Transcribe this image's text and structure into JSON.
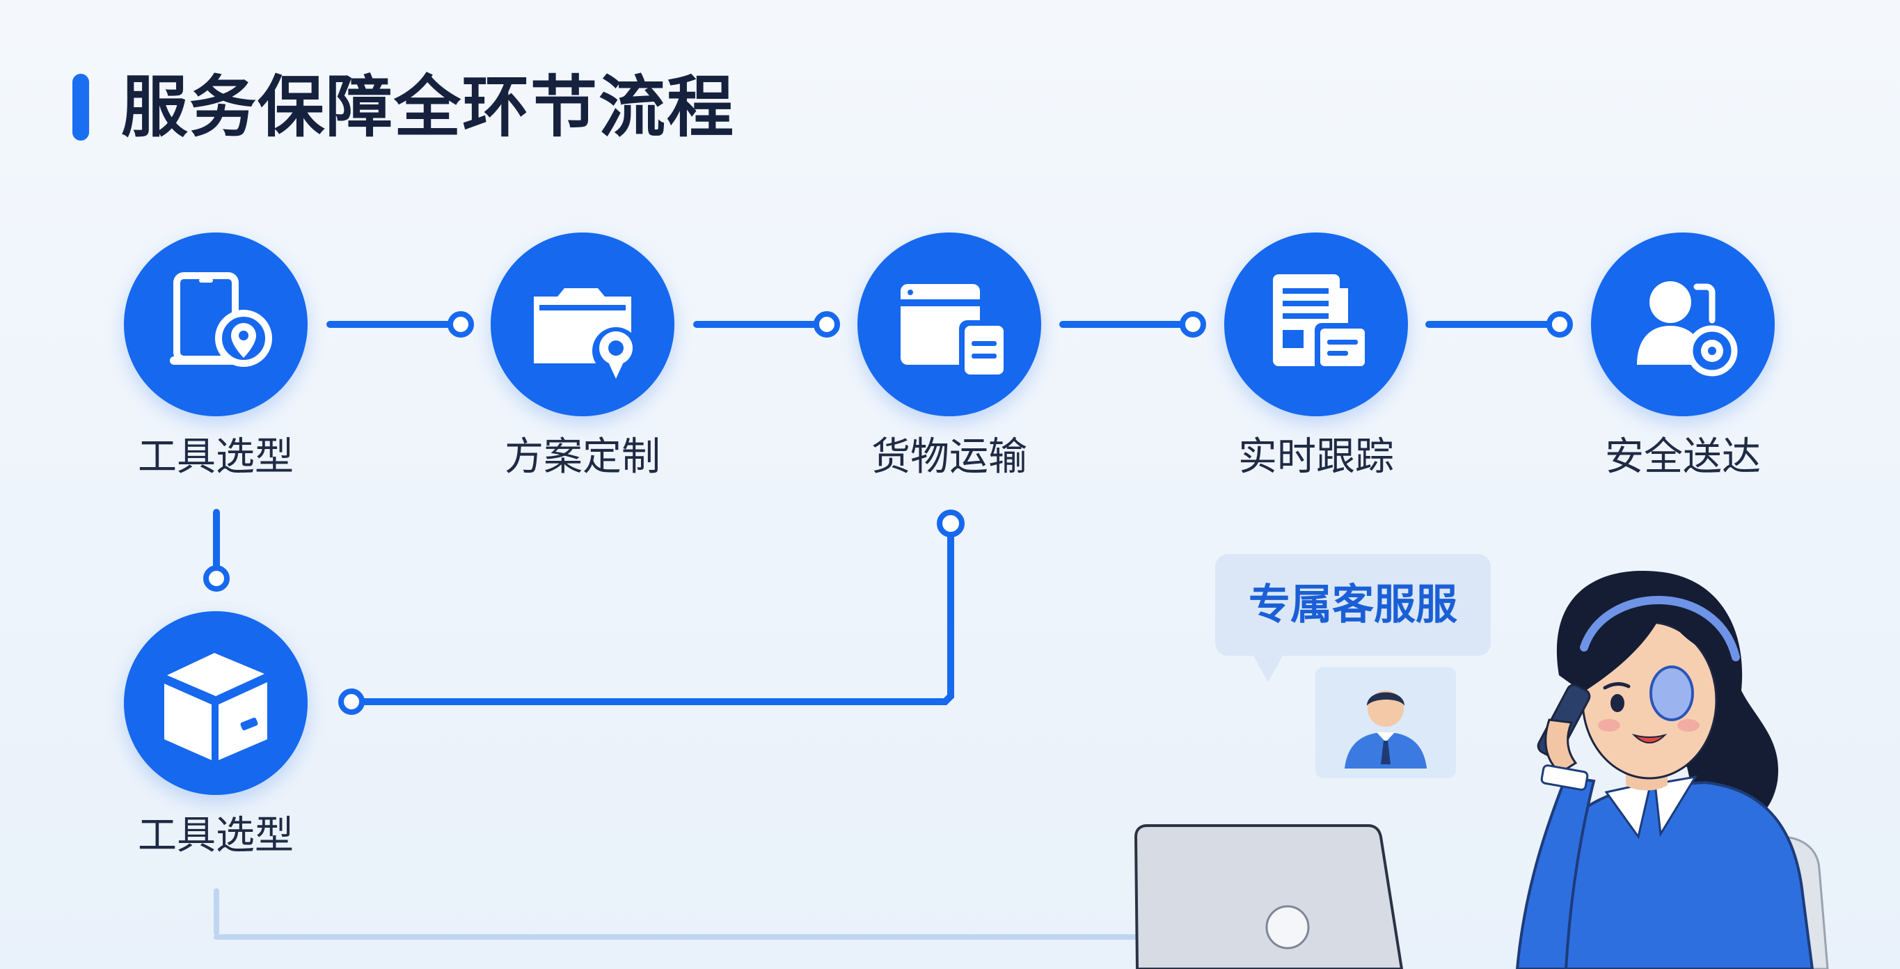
{
  "page": {
    "title": "服务保障全环节流程"
  },
  "colors": {
    "accent": "#1a6ef2",
    "node_fill": "#1668ee",
    "connector": "#1668ee",
    "bubble_bg": "#dbe7f6",
    "bubble_text": "#1a5fd6"
  },
  "steps": [
    {
      "label": "工具选型",
      "icon": "tablet-location-icon"
    },
    {
      "label": "方案定制",
      "icon": "folder-location-icon"
    },
    {
      "label": "货物运输",
      "icon": "shipping-document-icon"
    },
    {
      "label": "实时跟踪",
      "icon": "tracking-document-icon"
    },
    {
      "label": "安全送达",
      "icon": "user-check-icon"
    },
    {
      "label": "工具选型",
      "icon": "package-box-icon"
    }
  ],
  "support": {
    "bubble_label": "专属客服服",
    "avatar_icon": "support-agent-avatar-icon",
    "illustration": "customer-service-woman-illustration"
  }
}
